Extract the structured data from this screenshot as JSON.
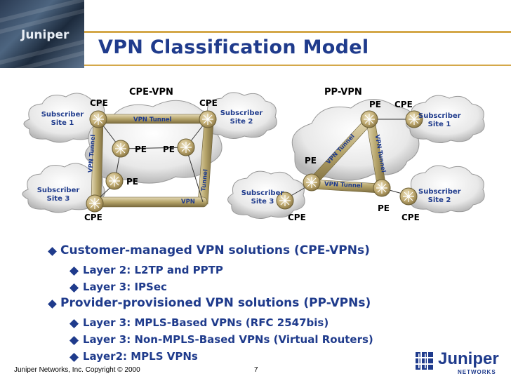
{
  "header": {
    "title": "VPN Classification Model",
    "logo_text": "Juniper"
  },
  "diagram": {
    "cpe_vpn_title": "CPE-VPN",
    "pp_vpn_title": "PP-VPN",
    "left": {
      "cpe_top_left": "CPE",
      "cpe_top_right": "CPE",
      "cpe_bottom": "CPE",
      "pe_a": "PE",
      "pe_b": "PE",
      "pe_c": "PE",
      "site1": "Subscriber Site 1",
      "site2": "Subscriber Site 2",
      "site3": "Subscriber Site 3",
      "tunnel_top": "VPN Tunnel",
      "tunnel_left": "VPN Tunnel",
      "tunnel_right": "Tunnel",
      "tunnel_bottom": "VPN"
    },
    "right": {
      "pe_top": "PE",
      "cpe_top": "CPE",
      "pe_left": "PE",
      "pe_bottom": "PE",
      "cpe_bottom_left": "CPE",
      "cpe_bottom_right": "CPE",
      "site1": "Subscriber Site 1",
      "site2": "Subscriber Site 2",
      "site3": "Subscriber Site 3",
      "tunnel_diag": "VPN Tunnel",
      "tunnel_right": "VPN Tunnel",
      "tunnel_bottom": "VPN Tunnel"
    }
  },
  "bullets": [
    {
      "text": "Customer-managed VPN solutions (CPE-VPNs)",
      "sub": [
        "Layer 2: L2TP and PPTP",
        "Layer 3: IPSec"
      ]
    },
    {
      "text": "Provider-provisioned VPN solutions (PP-VPNs)",
      "sub": [
        "Layer 3: MPLS-Based VPNs (RFC 2547bis)",
        "Layer 3: Non-MPLS-Based VPNs (Virtual Routers)",
        "Layer2:  MPLS VPNs"
      ]
    }
  ],
  "footer": {
    "copyright": "Juniper Networks, Inc. Copyright © 2000",
    "page_number": "7",
    "logo_word": "Juniper",
    "logo_sub": "NETWORKS"
  },
  "colors": {
    "accent_blue": "#1f3b8c",
    "gold": "#d4a84a",
    "tunnel_gold": "#b5a46a"
  }
}
